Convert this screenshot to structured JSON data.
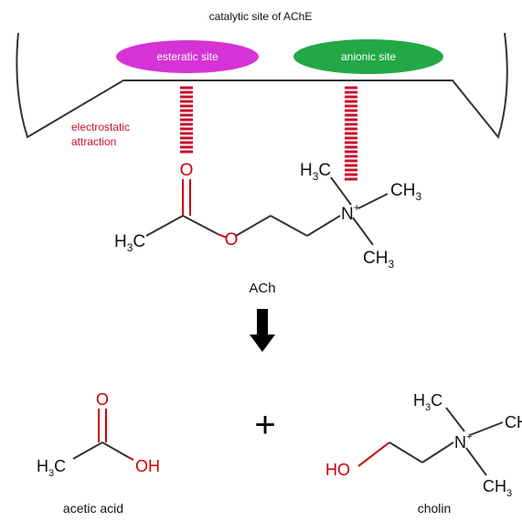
{
  "title": "catalytic site of AChE",
  "sites": {
    "esteratic": "esteratic site",
    "anionic": "anionic site"
  },
  "electrostatic": {
    "line1": "electrostatic",
    "line2": "attraction"
  },
  "ach": {
    "carbonyl_o": "O",
    "ester_o": "O",
    "methyl": "H",
    "methyl_sub": "3",
    "methyl_c": "C",
    "n": "N",
    "n_charge": "+",
    "ch3_h": "H",
    "ch3_sub": "3",
    "ch3_c": "C",
    "right_ch": "CH",
    "right_sub": "3",
    "label": "ACh"
  },
  "plus_sign": "+",
  "acetic_acid": {
    "o": "O",
    "oh": "OH",
    "label": "acetic acid"
  },
  "cholin": {
    "ho": "HO",
    "n": "N",
    "n_charge": "+",
    "label": "cholin"
  },
  "colors": {
    "esteratic": "#d633d6",
    "anionic": "#22a845",
    "hatch": "#c8102e",
    "oxygen": "#cc0000",
    "electrostatic_text": "#c8102e"
  }
}
